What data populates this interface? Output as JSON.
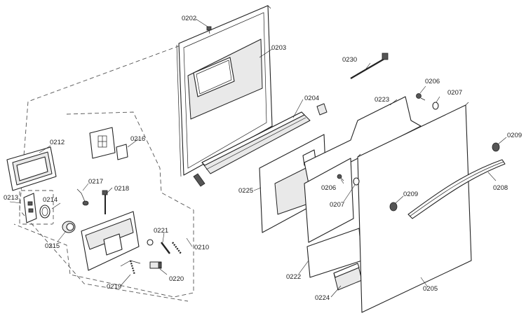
{
  "labels": {
    "p0202": "0202",
    "p0203": "0203",
    "p0204": "0204",
    "p0205": "0205",
    "p0206a": "0206",
    "p0206b": "0206",
    "p0207a": "0207",
    "p0207b": "0207",
    "p0208": "0208",
    "p0209a": "0209",
    "p0209b": "0209",
    "p0210": "0210",
    "p0212": "0212",
    "p0213": "0213",
    "p0214": "0214",
    "p0215": "0215",
    "p0216": "0216",
    "p0217": "0217",
    "p0218": "0218",
    "p0219": "0219",
    "p0220": "0220",
    "p0221": "0221",
    "p0222": "0222",
    "p0223": "0223",
    "p0224": "0224",
    "p0225": "0225",
    "p0230": "0230"
  }
}
